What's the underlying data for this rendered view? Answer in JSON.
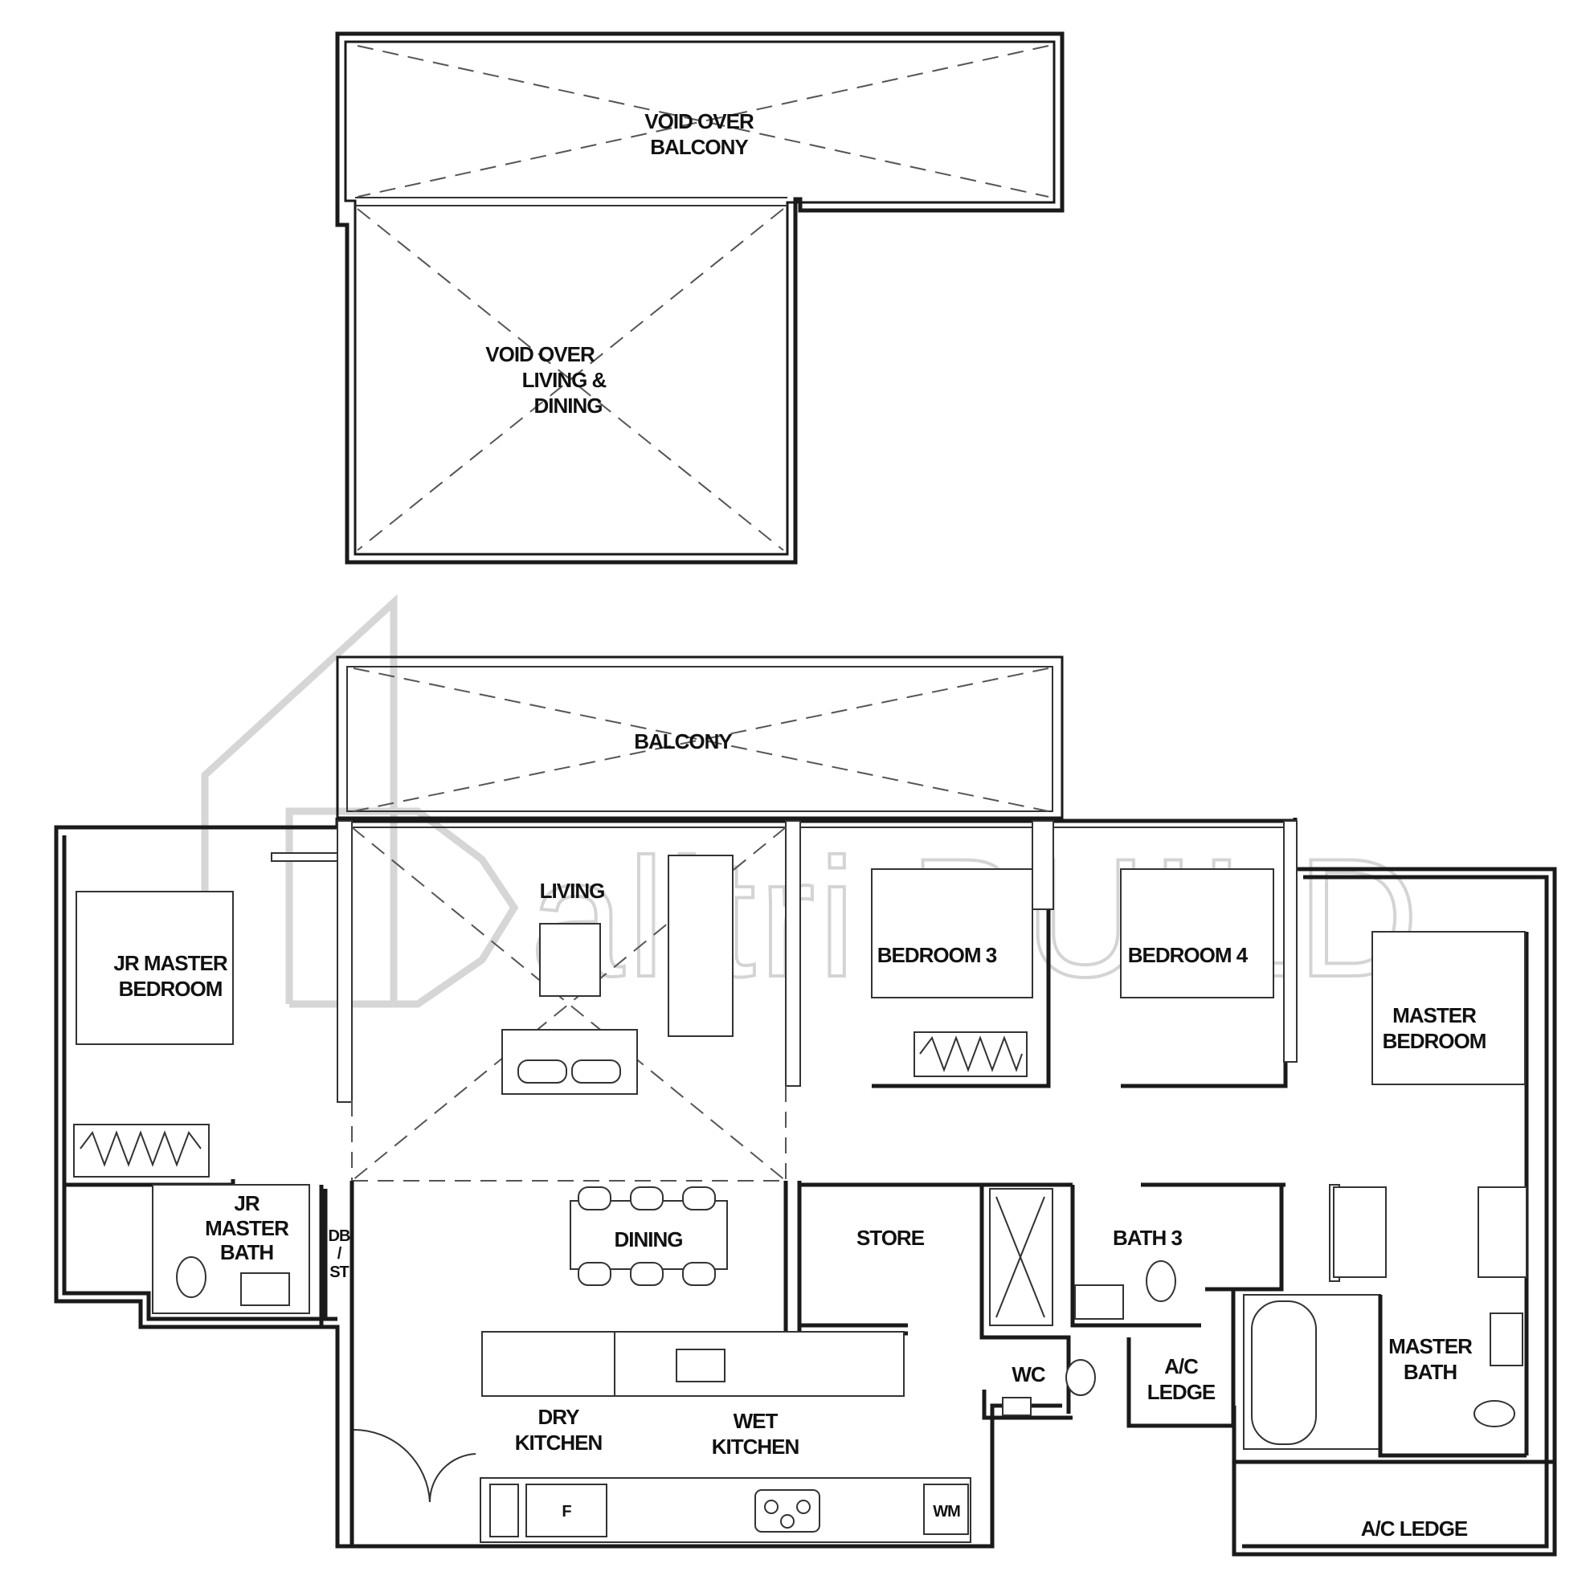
{
  "watermark": {
    "text": "alltri.BUILD"
  },
  "rooms": {
    "void_balcony": [
      "VOID OVER",
      "BALCONY"
    ],
    "void_living": [
      "VOID OVER",
      "LIVING &",
      "DINING"
    ],
    "balcony": "BALCONY",
    "living": "LIVING",
    "jr_master_bedroom": [
      "JR MASTER",
      "BEDROOM"
    ],
    "bedroom3": "BEDROOM 3",
    "bedroom4": "BEDROOM 4",
    "master_bedroom": [
      "MASTER",
      "BEDROOM"
    ],
    "jr_master_bath": [
      "JR",
      "MASTER",
      "BATH"
    ],
    "db_st": [
      "DB",
      "/",
      "ST"
    ],
    "dining": "DINING",
    "store": "STORE",
    "bath3": "BATH 3",
    "wc": "WC",
    "ac_ledge_small": [
      "A/C",
      "LEDGE"
    ],
    "master_bath": [
      "MASTER",
      "BATH"
    ],
    "dry_kitchen": [
      "DRY",
      "KITCHEN"
    ],
    "wet_kitchen": [
      "WET",
      "KITCHEN"
    ],
    "fridge": "F",
    "washer": "WM",
    "ac_ledge_large": "A/C LEDGE"
  }
}
